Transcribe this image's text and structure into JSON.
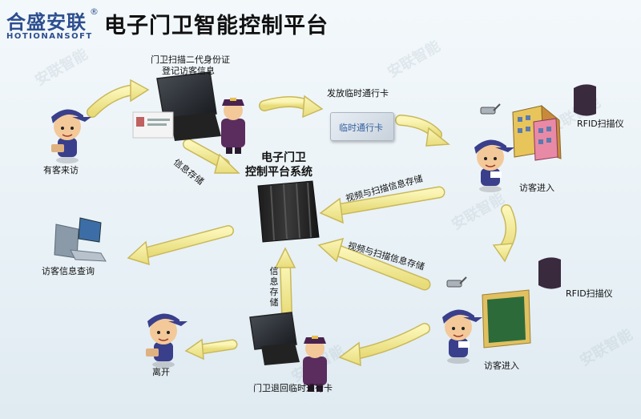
{
  "header": {
    "logo_cn": "合盛安联",
    "logo_en": "HOTIONANSOFT",
    "logo_mark": "®",
    "title": "电子门卫智能控制平台"
  },
  "nodes": {
    "visitor_arrive": "有客来访",
    "scan_line1": "门卫扫描二代身份证",
    "scan_line2": "登记访客信息",
    "issue_card": "发放临时通行卡",
    "card_text": "临时通行卡",
    "rfid_top": "RFID扫描仪",
    "visitor_enter_top": "访客进入",
    "system_line1": "电子门卫",
    "system_line2": "控制平台系统",
    "video_store_top": "视频与扫描信息存储",
    "video_store_bottom": "视频与扫描信息存储",
    "info_store_left": "信息存储",
    "info_store_bottom": "信息存储",
    "visitor_query": "访客信息查询",
    "rfid_bottom": "RFID扫描仪",
    "visitor_enter_bottom": "访客进入",
    "return_card": "门卫退回临时通行卡",
    "leave": "离开"
  },
  "watermark": "安联智能",
  "colors": {
    "arrow_fill": "#f0e88e",
    "arrow_stroke": "#c9b85a",
    "brand": "#2d4e8f",
    "scanner": "#3a2a3e"
  }
}
